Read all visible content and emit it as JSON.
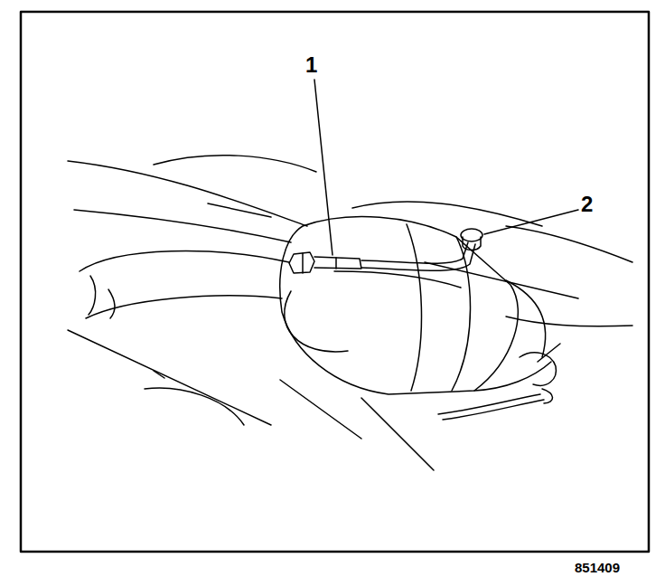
{
  "diagram": {
    "labels": [
      "1",
      "2",
      "851409"
    ]
  }
}
